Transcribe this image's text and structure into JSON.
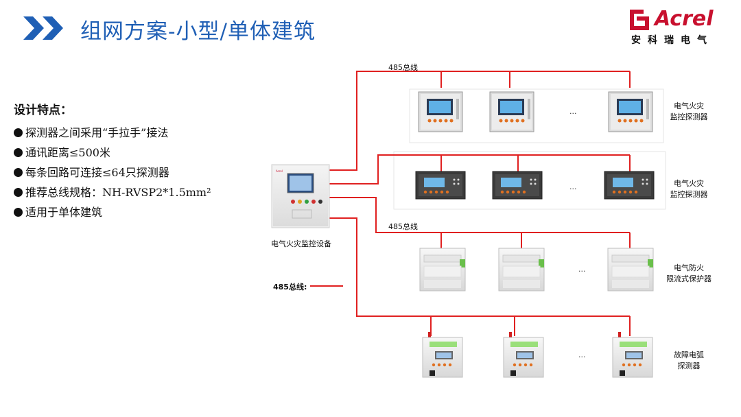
{
  "header": {
    "title": "组网方案-小型/单体建筑",
    "logo_word": "Acrel",
    "logo_subtitle": "安科瑞电气"
  },
  "features": {
    "title": "设计特点：",
    "items": [
      "探测器之间采用“手拉手”接法",
      "通讯距离≤500米",
      "每条回路可连接≤64只探测器",
      "推荐总线规格：NH-RVSP2*1.5mm²",
      "适用于单体建筑"
    ]
  },
  "diagram": {
    "bus_top_label": "485总线",
    "bus_middle_label": "485总线",
    "legend_label": "485总线:",
    "host_label": "电气火灾监控设备",
    "rows": [
      {
        "label_line1": "电气火灾",
        "label_line2": "监控探测器",
        "ellipsis": "..."
      },
      {
        "label_line1": "电气火灾",
        "label_line2": "监控探测器",
        "ellipsis": "..."
      },
      {
        "label_line1": "电气防火",
        "label_line2": "限流式保护器",
        "ellipsis": "..."
      },
      {
        "label_line1": "故障电弧",
        "label_line2": "探测器",
        "ellipsis": "..."
      }
    ]
  },
  "colors": {
    "title_blue": "#1f5fb5",
    "bus_red": "#e02020",
    "brand_red": "#c8102e"
  }
}
